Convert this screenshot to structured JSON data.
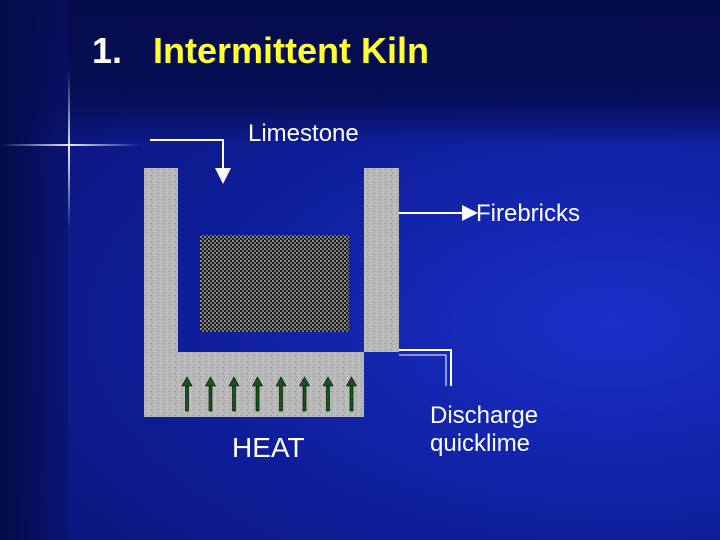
{
  "slide": {
    "title_number": "1.",
    "title_text": "Intermittent Kiln"
  },
  "labels": {
    "limestone": "Limestone",
    "firebricks": "Firebricks",
    "heat": "HEAT",
    "discharge_line1": "Discharge",
    "discharge_line2": "quicklime"
  },
  "colors": {
    "title": "#ffff33",
    "brick": "#b4b4b4",
    "heat_arrow": "#0f5a14",
    "background": "#0f1f9e"
  },
  "heat_arrow_count": 8
}
